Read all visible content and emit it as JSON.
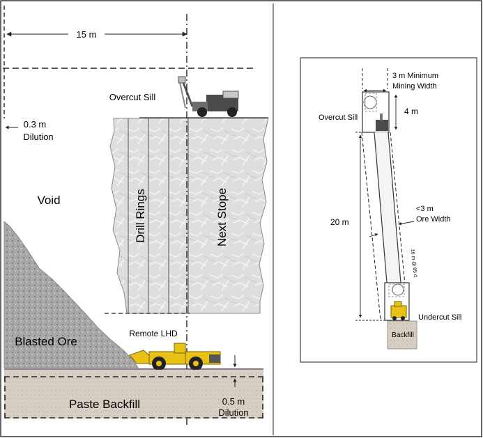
{
  "left_section": {
    "width_label": "15 m",
    "overcut_label": "Overcut Sill",
    "dilution_top": {
      "value": "0.3 m",
      "word": "Dilution"
    },
    "void_label": "Void",
    "drill_rings_label": "Drill Rings",
    "next_stope_label": "Next Stope",
    "blasted_ore_label": "Blasted Ore",
    "lhd_label": "Remote LHD",
    "backfill_label": "Paste Backfill",
    "dilution_bottom": {
      "value": "0.5 m",
      "word": "Dilution"
    }
  },
  "right_section": {
    "min_width": {
      "line1": "3 m Minimum",
      "line2": "Mining Width"
    },
    "overcut_label": "Overcut Sill",
    "height_4m": "4 m",
    "height_20m": "20 m",
    "ore_width": {
      "line1": "<3 m",
      "line2": "Ore Width"
    },
    "dip_label": "16 m @ 85 d",
    "undercut_label": "Undercut Sill",
    "backfill_label": "Backfill"
  },
  "colors": {
    "border": "#333333",
    "rock_fill": "#dcdcdc",
    "ore_pile": "#a9a9a9",
    "backfill_fill": "#d8cfc4",
    "vehicle_yellow": "#e8c316"
  }
}
